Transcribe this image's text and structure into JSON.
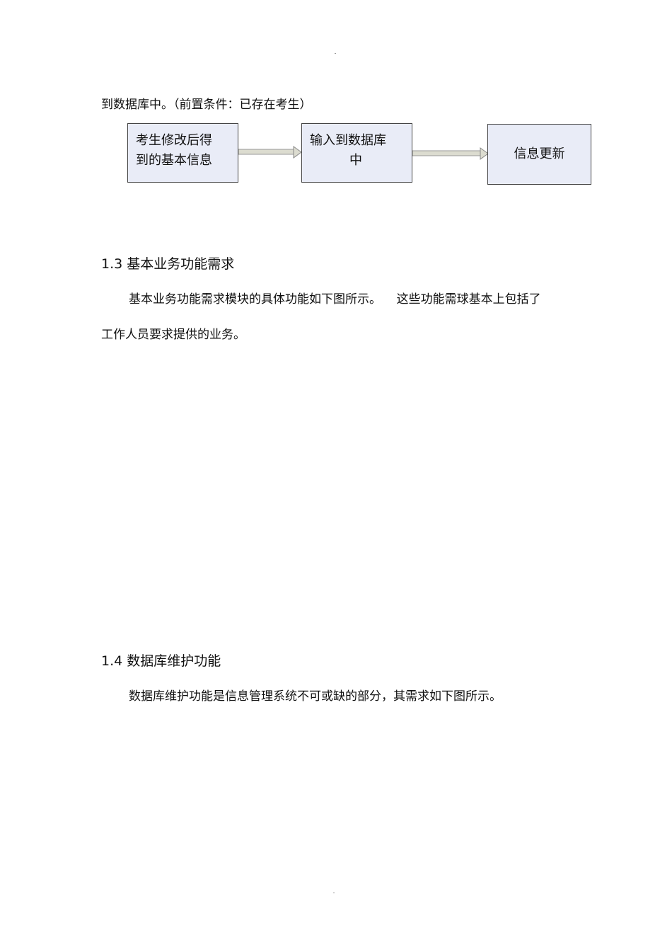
{
  "intro_line": "到数据库中。（前置条件：已存在考生）",
  "flow": {
    "box1": [
      "考生修改后得",
      "到的基本信息"
    ],
    "box2": [
      "输入到数据库",
      "中"
    ],
    "box3": "信息更新"
  },
  "section_1_3": {
    "heading": "1.3  基本业务功能需求",
    "para_line1": "基本业务功能需求模块的具体功能如下图所示。    这些功能需球基本上包括了",
    "para_line2": "工作人员要求提供的业务。"
  },
  "section_1_4": {
    "heading": "1.4  数据库维护功能",
    "para_line1": "数据库维护功能是信息管理系统不可或缺的部分，其需求如下图所示。"
  }
}
